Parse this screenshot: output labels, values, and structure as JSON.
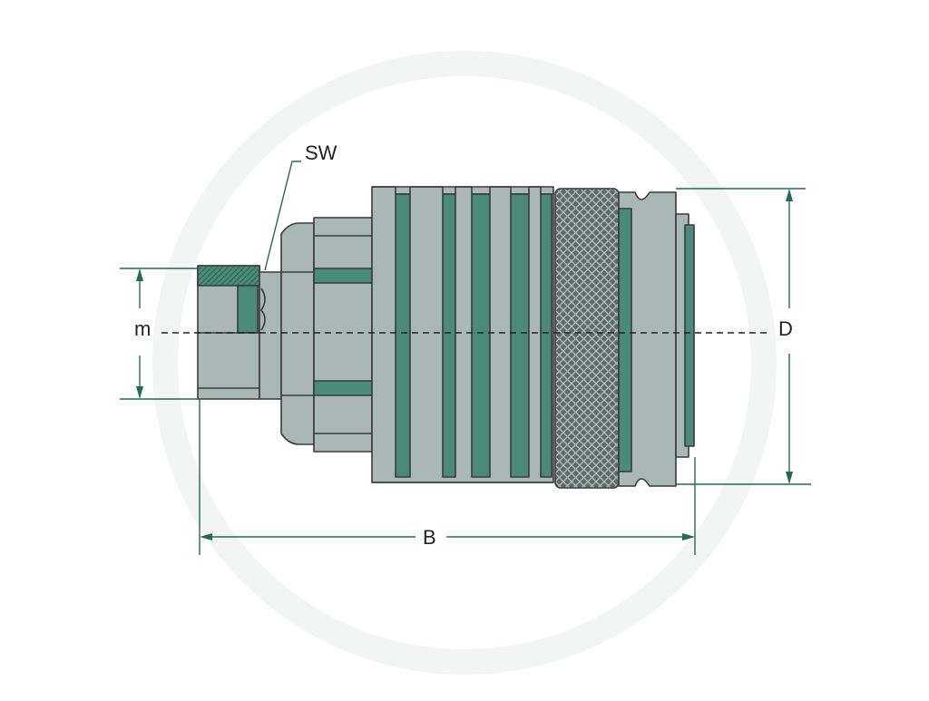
{
  "diagram": {
    "labels": {
      "sw": "SW",
      "m": "m",
      "d": "D",
      "b": "B"
    },
    "colors": {
      "body": "#a9b8b5",
      "groove": "#4a8a78",
      "shade": "#8fa5a0",
      "outline": "#3a3a3a",
      "dimension": "#1f6b55",
      "knurl": "#5f6b69",
      "watermark": "#eef2f1"
    },
    "icons": {
      "knurl": "knurled-grip-pattern",
      "thread": "threaded-nut-pattern"
    }
  }
}
